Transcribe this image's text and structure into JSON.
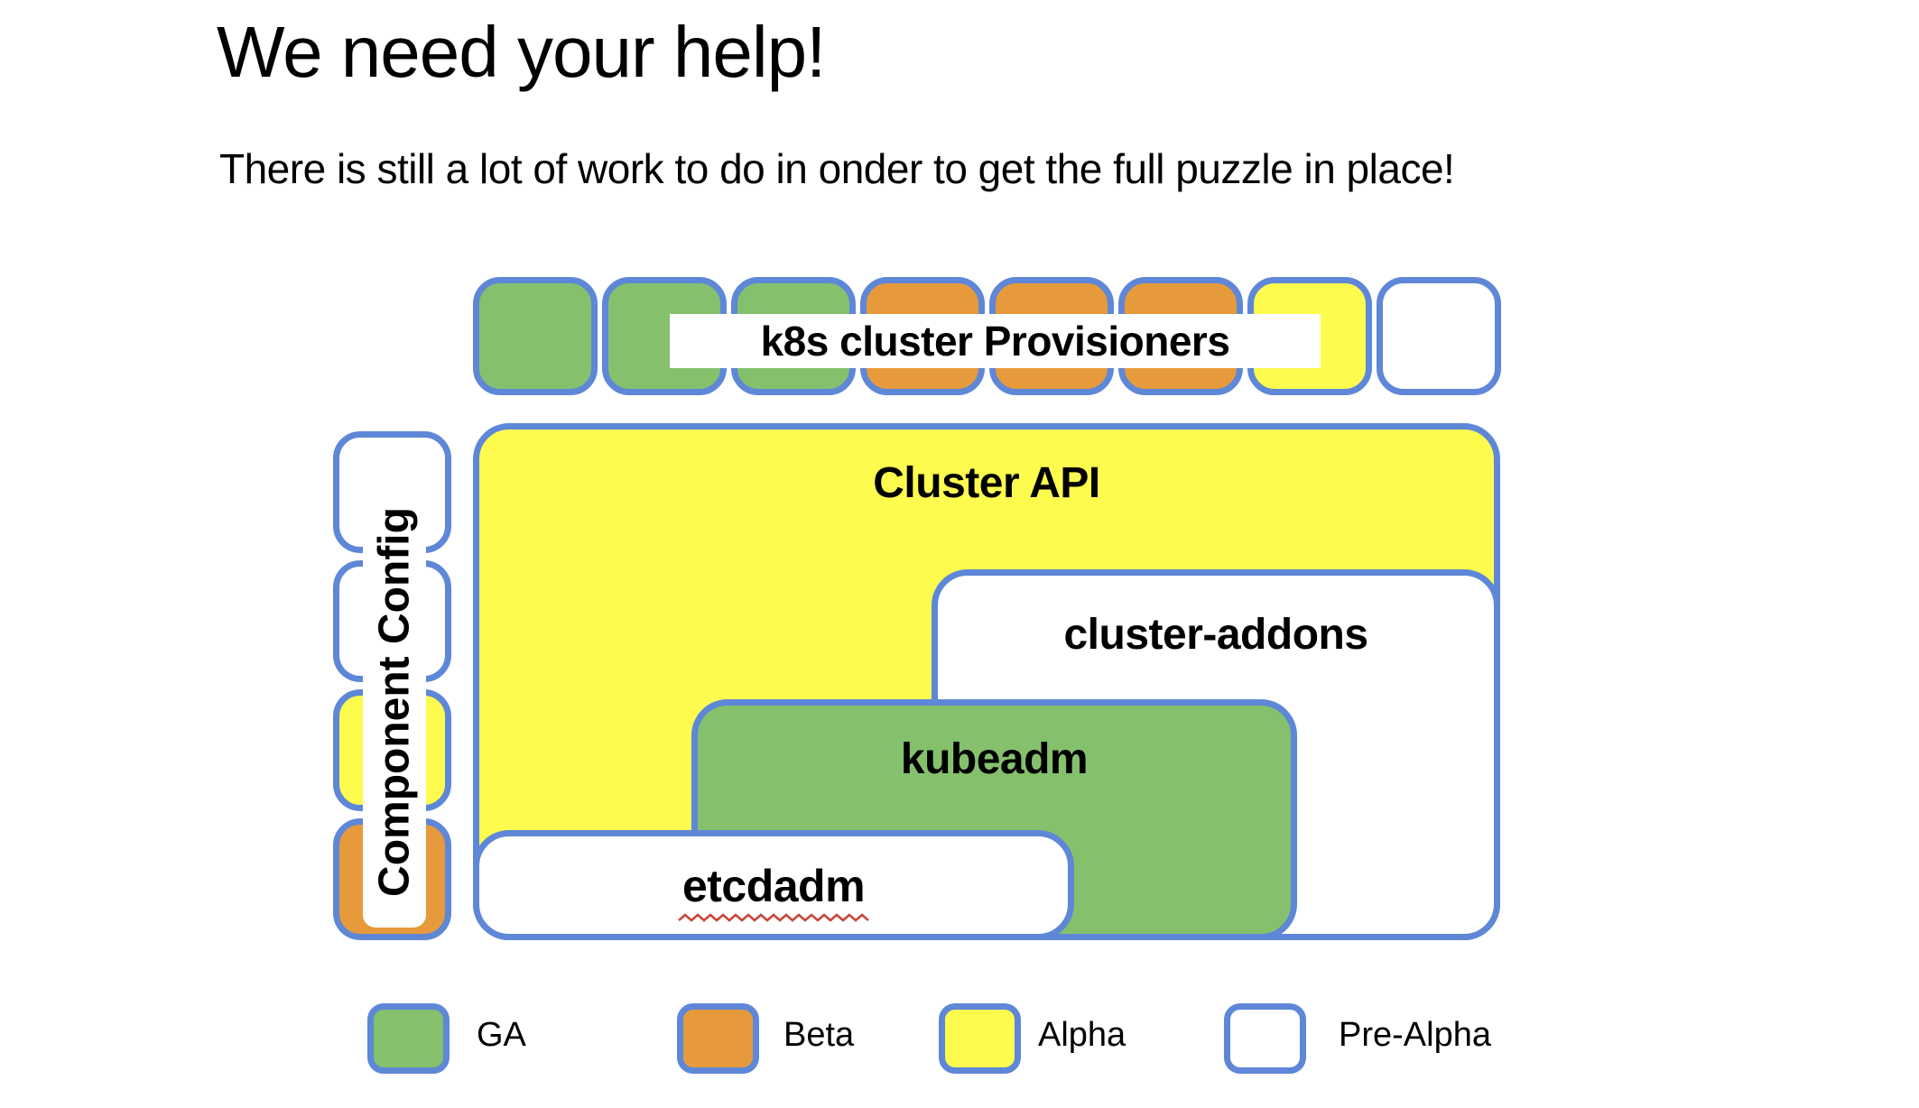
{
  "slide": {
    "title": "We need your help!",
    "subtitle": "There is still a lot of work to do in onder to get the full puzzle in place!"
  },
  "colors": {
    "ga_green": "#85C16D",
    "beta_orange": "#E79A3C",
    "alpha_yellow": "#FEFB4F",
    "border_blue": "#5E87D7",
    "squiggle_red": "#C9473B"
  },
  "top_row": {
    "label": "k8s cluster Provisioners",
    "pieces": [
      "ga",
      "ga",
      "ga",
      "beta",
      "beta",
      "beta",
      "alpha",
      "pre-alpha"
    ]
  },
  "component_config": {
    "label": "Component Config",
    "pieces": [
      "pre-alpha",
      "pre-alpha",
      "alpha",
      "beta"
    ]
  },
  "puzzle": {
    "cluster_api": {
      "label": "Cluster API",
      "status": "alpha"
    },
    "cluster_addons": {
      "label": "cluster-addons",
      "status": "pre-alpha"
    },
    "kubeadm": {
      "label": "kubeadm",
      "status": "ga"
    },
    "etcdadm": {
      "label": "etcdadm",
      "status": "pre-alpha"
    }
  },
  "legend": [
    {
      "label": "GA",
      "status": "ga"
    },
    {
      "label": "Beta",
      "status": "beta"
    },
    {
      "label": "Alpha",
      "status": "alpha"
    },
    {
      "label": "Pre-Alpha",
      "status": "pre-alpha"
    }
  ]
}
